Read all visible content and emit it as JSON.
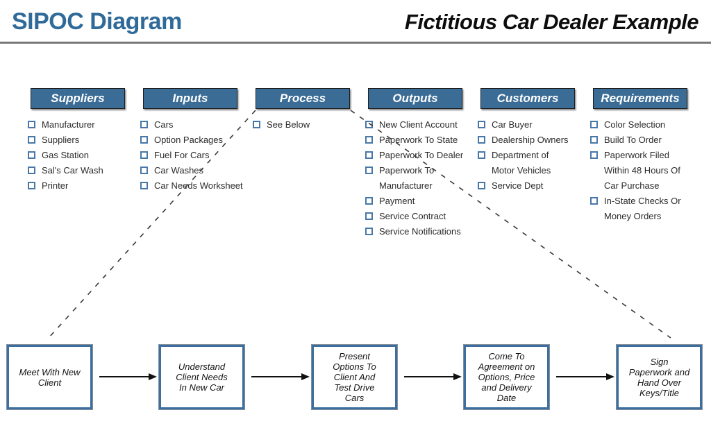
{
  "header": {
    "title": "SIPOC Diagram",
    "subtitle": "Fictitious Car Dealer Example"
  },
  "colors": {
    "accent_blue": "#3A6C96",
    "title_blue": "#2F6A99",
    "box_border_blue": "#3C6F9F",
    "checkbox_blue": "#4878A8"
  },
  "columns": [
    {
      "label": "Suppliers",
      "items": [
        "Manufacturer",
        "Suppliers",
        "Gas Station",
        "Sal's Car Wash",
        "Printer"
      ]
    },
    {
      "label": "Inputs",
      "items": [
        "Cars",
        "Option Packages",
        "Fuel For Cars",
        "Car Washes",
        "Car Needs Worksheet"
      ]
    },
    {
      "label": "Process",
      "items": [
        "See Below"
      ]
    },
    {
      "label": "Outputs",
      "items": [
        "New Client Account",
        "Paperwork To State",
        "Paperwork To Dealer",
        "Paperwork To\nManufacturer",
        "Payment",
        "Service Contract",
        "Service Notifications"
      ]
    },
    {
      "label": "Customers",
      "items": [
        "Car Buyer",
        "Dealership Owners",
        "Department of\nMotor Vehicles",
        "Service Dept"
      ]
    },
    {
      "label": "Requirements",
      "items": [
        "Color Selection",
        "Build To Order",
        "Paperwork Filed\nWithin 48 Hours Of\nCar Purchase",
        "In-State Checks Or\nMoney Orders"
      ]
    }
  ],
  "process_flow": [
    {
      "label": "Meet With New\nClient"
    },
    {
      "label": "Understand\nClient Needs\nIn New Car"
    },
    {
      "label": "Present\nOptions To\nClient And\nTest Drive\nCars"
    },
    {
      "label": "Come To\nAgreement on\nOptions, Price\nand Delivery\nDate"
    },
    {
      "label": "Sign\nPaperwork and\nHand Over\nKeys/Title"
    }
  ]
}
